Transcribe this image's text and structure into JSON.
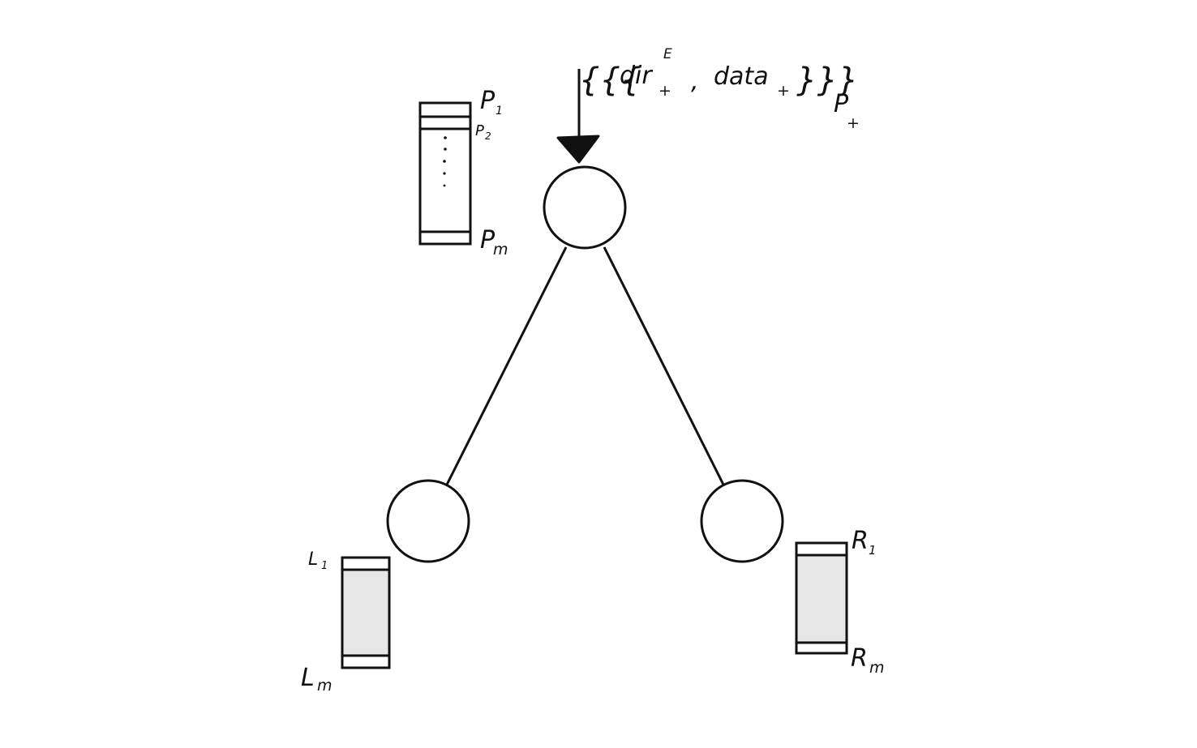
{
  "message": {
    "open_braces": "{{{",
    "dir": "dir",
    "dir_sup": "E",
    "dir_sub": "+",
    "comma": ",",
    "data": "data",
    "data_sub": "+",
    "close_braces": "}}}",
    "p_label": "P",
    "p_sub": "+"
  },
  "parent_buffer": {
    "first_label": "P",
    "first_sub": "1",
    "second_label": "P",
    "second_sub": "2",
    "last_label": "P",
    "last_sub": "m"
  },
  "left_buffer": {
    "first_label": "L",
    "first_sub": "1",
    "last_label": "L",
    "last_sub": "m"
  },
  "right_buffer": {
    "first_label": "R",
    "first_sub": "1",
    "last_label": "R",
    "last_sub": "m"
  },
  "colors": {
    "ink": "#111111",
    "child_buffer_fill": "#e6e6e6",
    "background": "#ffffff"
  }
}
